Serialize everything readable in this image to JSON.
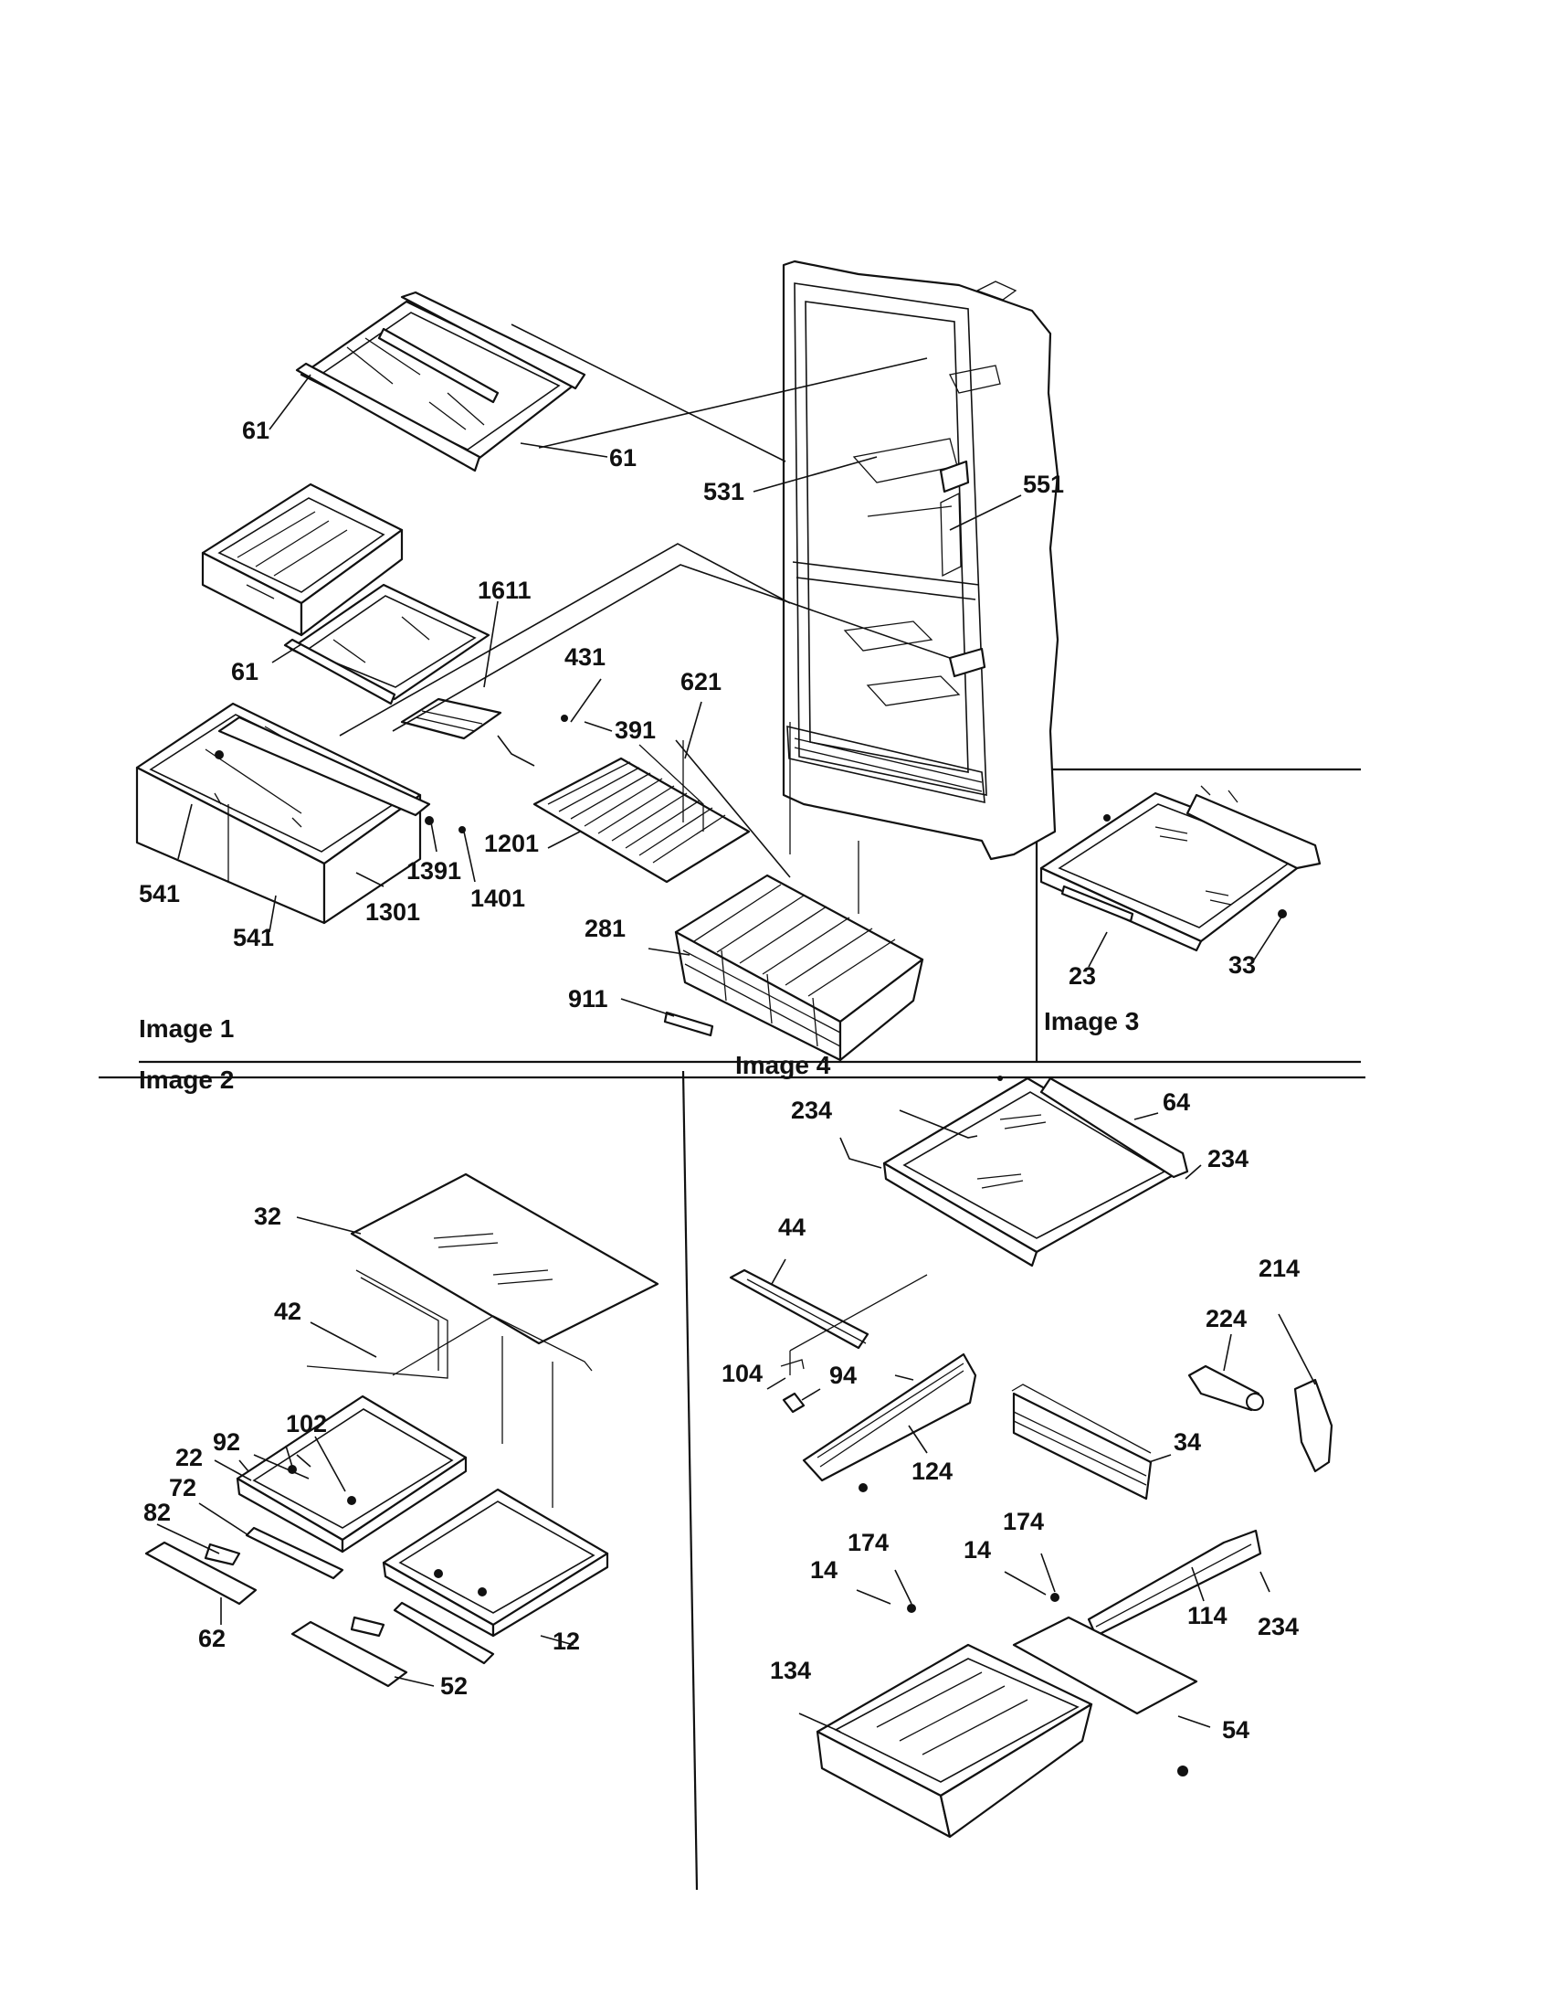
{
  "diagram": {
    "panels": [
      {
        "id": "image1",
        "title": "Image 1"
      },
      {
        "id": "image2",
        "title": "Image 2"
      },
      {
        "id": "image3",
        "title": "Image 3"
      },
      {
        "id": "image4",
        "title": "Image 4"
      }
    ],
    "callouts": {
      "image1": [
        "61",
        "61",
        "531",
        "551",
        "1611",
        "61",
        "431",
        "391",
        "621",
        "541",
        "1391",
        "1401",
        "1201",
        "541",
        "1301",
        "281",
        "911"
      ],
      "image2": [
        "32",
        "42",
        "102",
        "92",
        "22",
        "72",
        "82",
        "12",
        "62",
        "52"
      ],
      "image3": [
        "23",
        "33"
      ],
      "image4": [
        "234",
        "64",
        "234",
        "44",
        "214",
        "224",
        "104",
        "94",
        "34",
        "124",
        "174",
        "174",
        "14",
        "14",
        "114",
        "234",
        "134",
        "54"
      ]
    }
  }
}
